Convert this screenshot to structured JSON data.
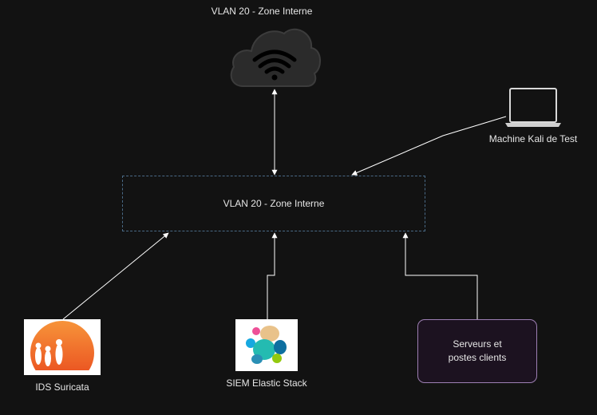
{
  "cloud": {
    "label": "VLAN 20 - Zone Interne",
    "icon": "wifi-cloud-icon"
  },
  "laptop": {
    "label": "Machine Kali de Test",
    "icon": "laptop-icon"
  },
  "vlan_box": {
    "label": "VLAN 20 - Zone Interne"
  },
  "ids": {
    "label": "IDS Suricata",
    "icon": "meerkat-logo"
  },
  "siem": {
    "label": "SIEM Elastic Stack",
    "icon": "elastic-logo"
  },
  "servers": {
    "line1": "Serveurs et",
    "line2": "postes clients"
  },
  "colors": {
    "background": "#121212",
    "edge": "#ffffff",
    "box_border": "#4a6a86",
    "servers_border": "#9d7fb3",
    "servers_fill": "#1c1220",
    "suricata_orange": "#ef5a24"
  }
}
